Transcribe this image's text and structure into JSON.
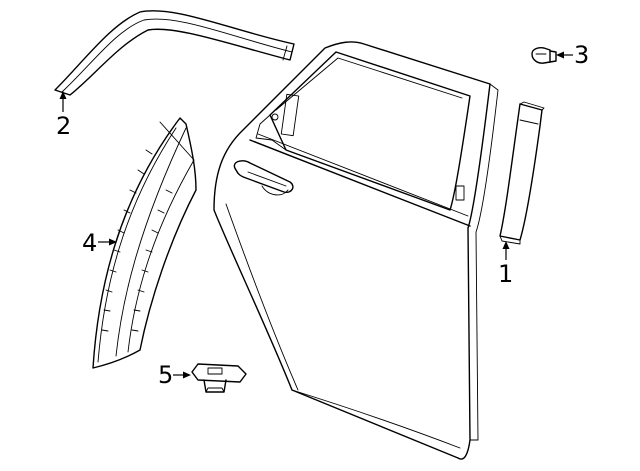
{
  "callouts": {
    "c1": "1",
    "c2": "2",
    "c3": "3",
    "c4": "4",
    "c5": "5"
  },
  "parts": [
    {
      "callout": "1",
      "name": "door-applique-molding",
      "icon": "molding-strip"
    },
    {
      "callout": "2",
      "name": "door-frame-upper-molding",
      "icon": "curved-molding"
    },
    {
      "callout": "3",
      "name": "push-pin-retainer",
      "icon": "push-pin"
    },
    {
      "callout": "4",
      "name": "wheel-opening-flare",
      "icon": "arched-flare"
    },
    {
      "callout": "5",
      "name": "mounting-clip",
      "icon": "clip"
    }
  ]
}
